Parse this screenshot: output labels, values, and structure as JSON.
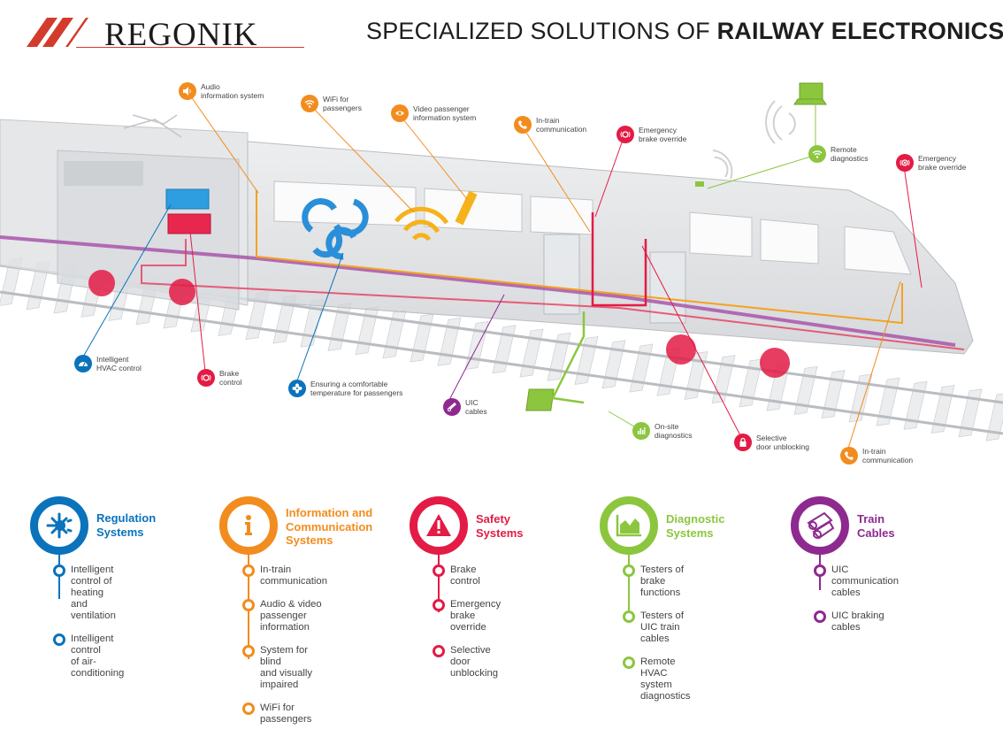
{
  "brand": {
    "name": "REGONIK",
    "accent": "#d33b2c"
  },
  "headline": {
    "light": "SPECIALIZED SOLUTIONS OF ",
    "bold": "RAILWAY ELECTRONICS"
  },
  "colors": {
    "regulation": "#0a73bb",
    "information": "#f28c1e",
    "safety": "#e31b45",
    "diagnostic": "#8cc63f",
    "cables": "#8e2a8f"
  },
  "callouts": [
    {
      "id": "audio",
      "label": "Audio\ninformation system",
      "category": "information",
      "icon": "speaker-icon"
    },
    {
      "id": "wifi",
      "label": "WiFi for\npassengers",
      "category": "information",
      "icon": "wifi-icon"
    },
    {
      "id": "video",
      "label": "Video passenger\ninformation system",
      "category": "information",
      "icon": "eye-icon"
    },
    {
      "id": "intrain1",
      "label": "In-train\ncommunication",
      "category": "information",
      "icon": "phone-icon"
    },
    {
      "id": "ebrake1",
      "label": "Emergency\nbrake override",
      "category": "safety",
      "icon": "brake-icon"
    },
    {
      "id": "remote",
      "label": "Remote\ndiagnostics",
      "category": "diagnostic",
      "icon": "wifi-icon"
    },
    {
      "id": "ebrake2",
      "label": "Emergency\nbrake override",
      "category": "safety",
      "icon": "brake-override-icon"
    },
    {
      "id": "hvac",
      "label": "Intelligent\nHVAC control",
      "category": "regulation",
      "icon": "gauge-icon"
    },
    {
      "id": "brake",
      "label": "Brake\ncontrol",
      "category": "safety",
      "icon": "brake-icon"
    },
    {
      "id": "temp",
      "label": "Ensuring a comfortable\ntemperature for passengers",
      "category": "regulation",
      "icon": "fan-icon"
    },
    {
      "id": "uic",
      "label": "UIC\ncables",
      "category": "cables",
      "icon": "cable-icon"
    },
    {
      "id": "onsite",
      "label": "On-site\ndiagnostics",
      "category": "diagnostic",
      "icon": "bar-chart-icon"
    },
    {
      "id": "door",
      "label": "Selective\ndoor unblocking",
      "category": "safety",
      "icon": "lock-icon"
    },
    {
      "id": "intrain2",
      "label": "In-train\ncommunication",
      "category": "information",
      "icon": "phone-icon"
    }
  ],
  "categories": [
    {
      "id": "regulation",
      "title": "Regulation\nSystems",
      "icon": "snowflake-sun-icon",
      "items": [
        "Intelligent control of heating\nand ventilation",
        "Intelligent control\nof air-conditioning"
      ]
    },
    {
      "id": "information",
      "title": "Information and\nCommunication\nSystems",
      "icon": "info-icon",
      "items": [
        "In-train communication",
        "Audio & video passenger\ninformation",
        "System for blind\nand visually impaired",
        "WiFi for passengers"
      ]
    },
    {
      "id": "safety",
      "title": "Safety\nSystems",
      "icon": "warning-icon",
      "items": [
        "Brake control",
        "Emergency brake override",
        "Selective door unblocking"
      ]
    },
    {
      "id": "diagnostic",
      "title": "Diagnostic\nSystems",
      "icon": "area-chart-icon",
      "items": [
        "Testers of brake functions",
        "Testers of UIC train cables",
        "Remote HVAC system\ndiagnostics"
      ]
    },
    {
      "id": "cables",
      "title": "Train\nCables",
      "icon": "cable-icon",
      "items": [
        "UIC communication cables",
        "UIC braking cables"
      ]
    }
  ]
}
